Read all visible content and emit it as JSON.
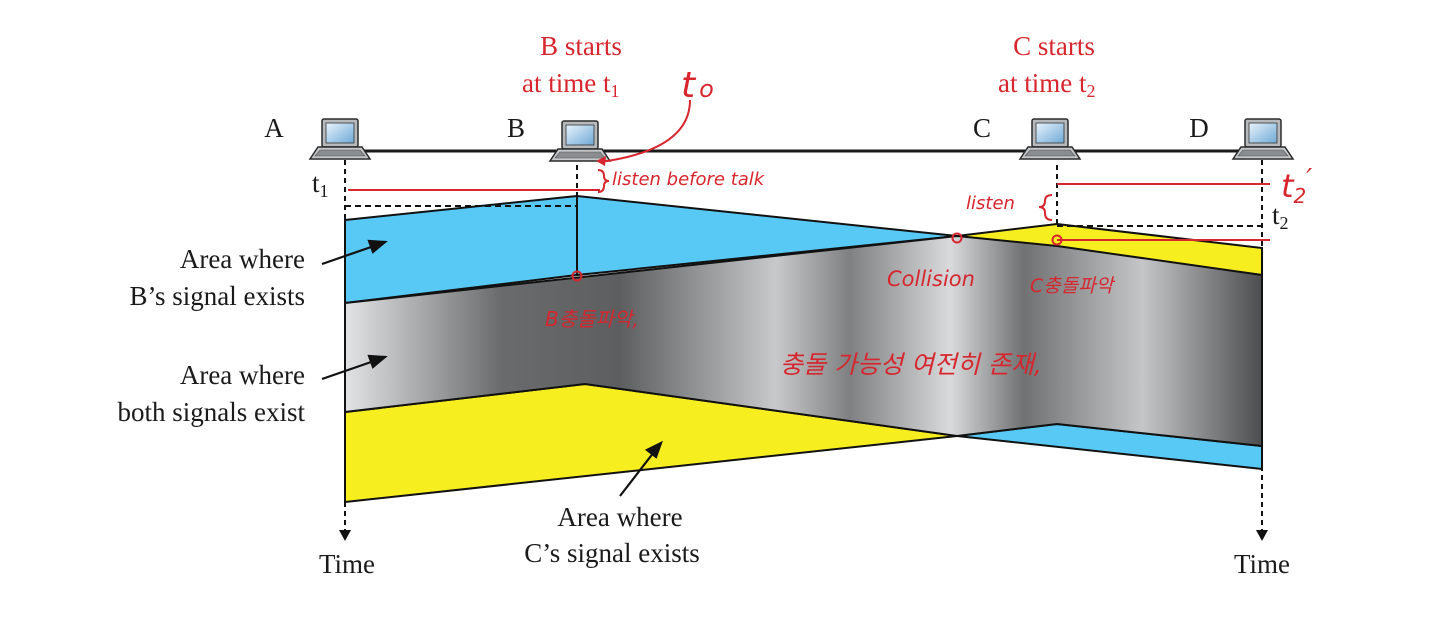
{
  "nodes": [
    {
      "id": "A",
      "label": "A"
    },
    {
      "id": "B",
      "label": "B"
    },
    {
      "id": "C",
      "label": "C"
    },
    {
      "id": "D",
      "label": "D"
    }
  ],
  "titles": {
    "b_line1": "B starts",
    "b_line2": "at time t",
    "b_sub": "1",
    "c_line1": "C starts",
    "c_line2": "at time t",
    "c_sub": "2"
  },
  "time_marks": {
    "t_left": "t",
    "t_left_sub": "1",
    "t_right": "t",
    "t_right_sub": "2",
    "time_left": "Time",
    "time_right": "Time"
  },
  "area_labels": {
    "b_line1": "Area where",
    "b_line2": "B’s signal exists",
    "both_line1": "Area where",
    "both_line2": "both signals exist",
    "c_line1": "Area where",
    "c_line2": "C’s signal exists"
  },
  "annotations": {
    "t0": "t",
    "t0_sub": "o",
    "lbt": "listen before talk",
    "t2p": "t",
    "t2p_sub": "2",
    "t2p_prime": "′",
    "listen": "listen",
    "collision": "Collision",
    "b_detect": "B충돌파악,",
    "c_detect": "C충돌파악",
    "still_possible": "충돌 가능성 여전히 존재,"
  },
  "colors": {
    "b_signal": "#58c8f4",
    "c_signal": "#f6ee1f",
    "overlap_dark": "#5b5c5e",
    "overlap_light": "#e4e5e7",
    "annotation_red": "#d7262e"
  }
}
